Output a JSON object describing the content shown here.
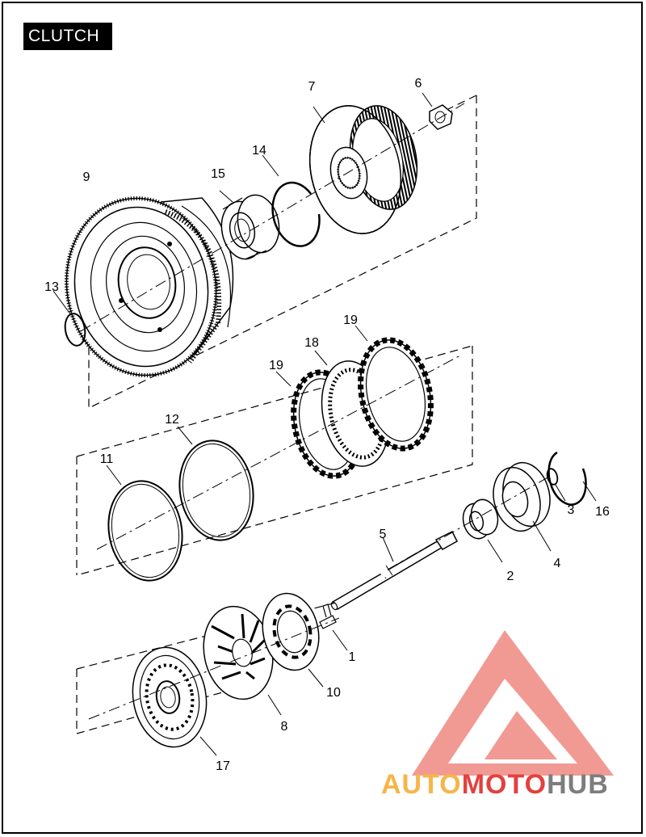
{
  "title": "CLUTCH",
  "callouts": [
    "1",
    "2",
    "3",
    "4",
    "5",
    "6",
    "7",
    "8",
    "9",
    "10",
    "11",
    "12",
    "13",
    "14",
    "15",
    "16",
    "17",
    "18",
    "19",
    "19"
  ],
  "watermark": {
    "part1": "AUTO",
    "part2": "MOTO",
    "part3": "HUB"
  },
  "colors": {
    "watermark_orange": "#f7b548",
    "watermark_red": "#e3413e",
    "watermark_gray": "#7d7d7d",
    "logo_pink": "#f19a94"
  }
}
